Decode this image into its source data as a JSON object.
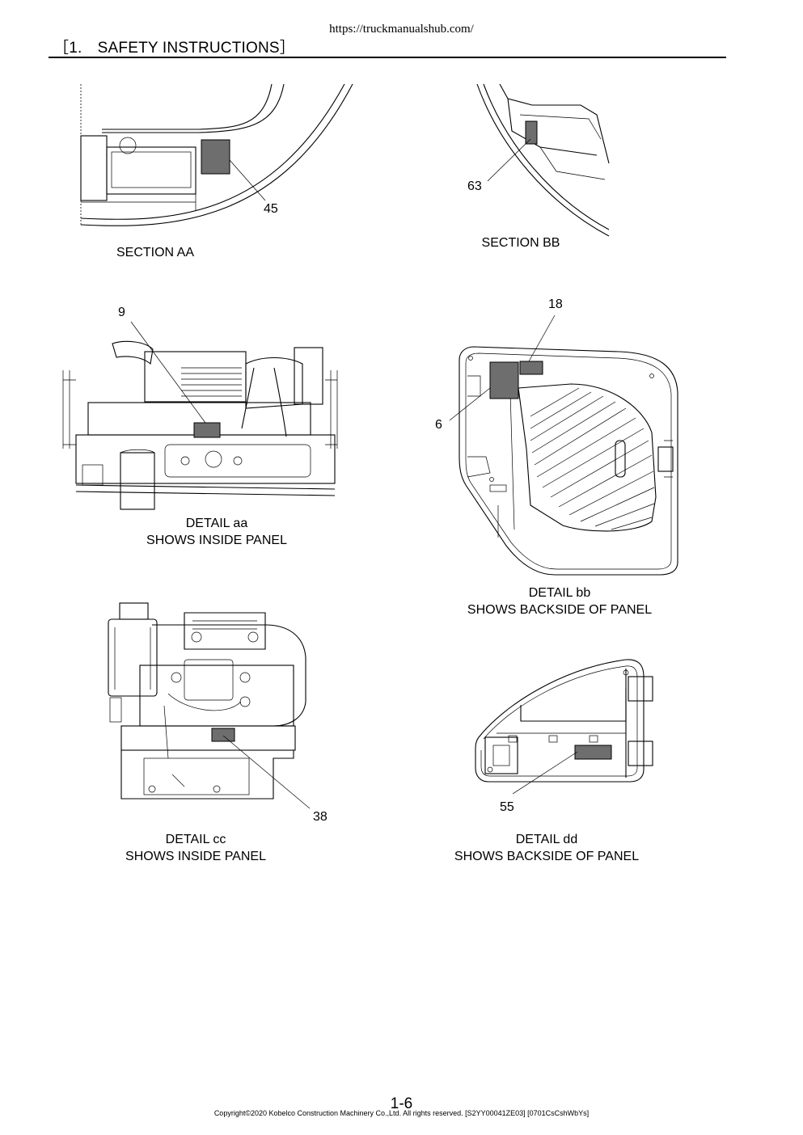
{
  "page": {
    "source_url": "https://truckmanualshub.com/",
    "section_header": "［1.　SAFETY INSTRUCTIONS］",
    "page_number": "1-6",
    "copyright": "Copyright©2020 Kobelco Construction Machinery Co.,Ltd. All rights reserved. [S2YY00041ZE03] [0701CsCshWbYs]"
  },
  "figures": {
    "section_aa": {
      "callout": "45",
      "caption": "SECTION AA"
    },
    "section_bb": {
      "callout": "63",
      "caption": "SECTION BB"
    },
    "detail_aa": {
      "callout": "9",
      "caption_line1": "DETAIL aa",
      "caption_line2": "SHOWS INSIDE PANEL"
    },
    "detail_bb": {
      "callout_top": "18",
      "callout_left": "6",
      "caption_line1": "DETAIL bb",
      "caption_line2": "SHOWS BACKSIDE OF PANEL"
    },
    "detail_cc": {
      "callout": "38",
      "caption_line1": "DETAIL cc",
      "caption_line2": "SHOWS INSIDE PANEL"
    },
    "detail_dd": {
      "callout": "55",
      "caption_line1": "DETAIL dd",
      "caption_line2": "SHOWS BACKSIDE OF PANEL"
    }
  }
}
